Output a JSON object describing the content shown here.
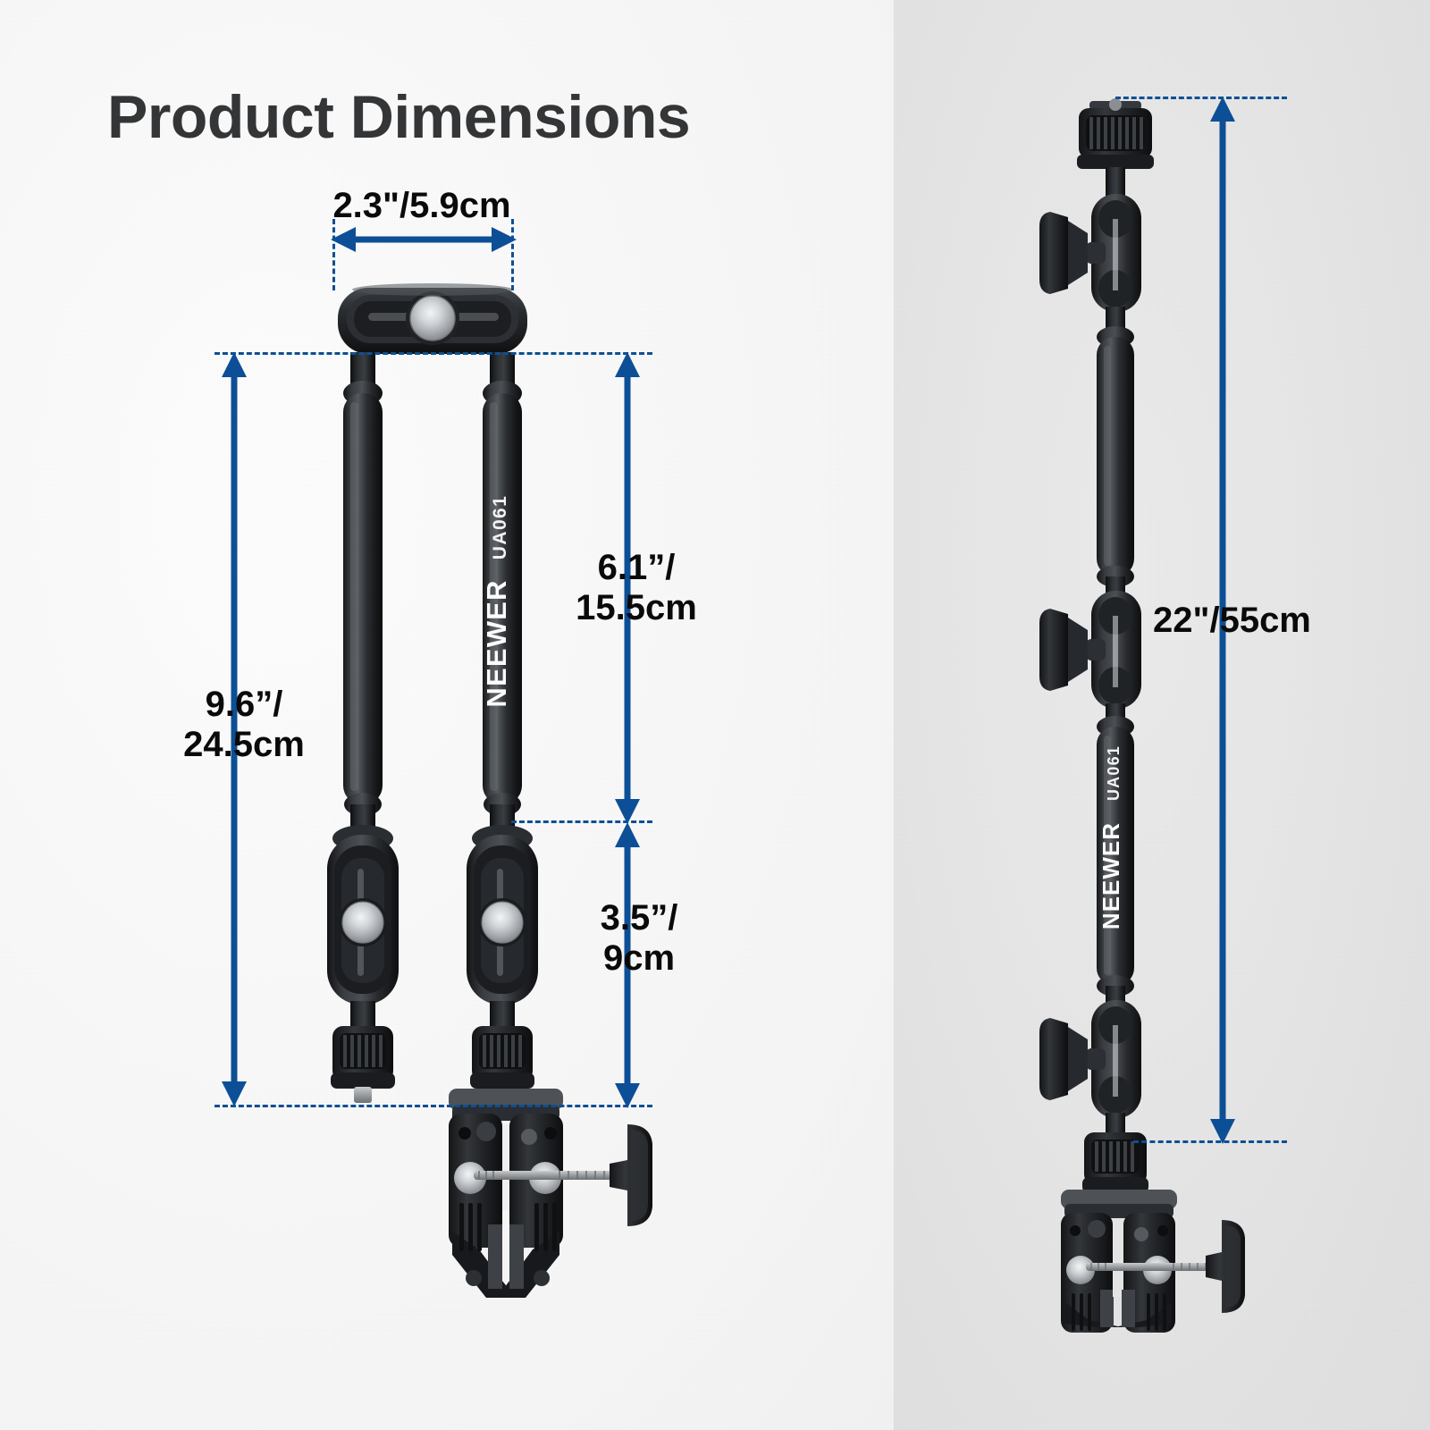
{
  "page": {
    "title": "Product Dimensions",
    "background_left": "#f6f6f6",
    "background_right": "#e4e4e4",
    "accent_blue": "#0d4f96",
    "title_color": "#333537",
    "label_color": "#0a0a0a"
  },
  "product": {
    "brand": "NEEWER",
    "model": "UA061",
    "body_color": "#1a1a1c",
    "knob_metal_color": "#b9bcbe"
  },
  "measurements": {
    "width_top": {
      "label": "2.3\"/5.9cm",
      "orientation": "horizontal",
      "value_in": 2.3,
      "value_cm": 5.9
    },
    "arm_upper": {
      "label": "6.1”/\n15.5cm",
      "orientation": "vertical",
      "value_in": 6.1,
      "value_cm": 15.5
    },
    "total_left": {
      "label": "9.6”/\n24.5cm",
      "orientation": "vertical",
      "value_in": 9.6,
      "value_cm": 24.5
    },
    "arm_lower": {
      "label": "3.5”/\n9cm",
      "orientation": "vertical",
      "value_in": 3.5,
      "value_cm": 9
    },
    "total_right": {
      "label": "22\"/55cm",
      "orientation": "vertical",
      "value_in": 22,
      "value_cm": 55
    }
  },
  "views": {
    "left": {
      "name": "folded-dual-arm-view"
    },
    "right": {
      "name": "extended-single-arm-view"
    }
  }
}
